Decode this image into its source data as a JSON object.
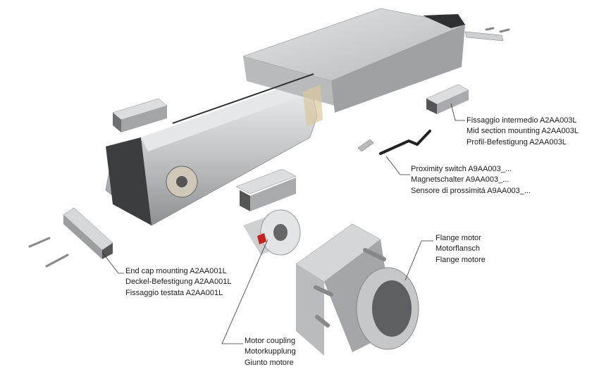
{
  "callouts": {
    "mid_section": [
      "Fissaggio intermedio A2AA003L",
      "Mid section mounting A2AA003L",
      "Profil-Befestigung A2AA003L"
    ],
    "proximity": [
      "Proximity switch A9AA003_...",
      "Magnetschalter A9AA003_...",
      "Sensore di prossimitá A9AA003_..."
    ],
    "end_cap": [
      "End cap mounting A2AA001L",
      "Deckel-Befestigung A2AA001L",
      "Fissaggio testata A2AA001L"
    ],
    "flange": [
      "Flange motor",
      "Motorflansch",
      "Flange motore"
    ],
    "coupling": [
      "Motor coupling",
      "Motorkupplung",
      "Giunto motore"
    ]
  },
  "colors": {
    "metal_light": "#d9dadb",
    "metal_mid": "#a9abad",
    "metal_dark": "#4a4b4d",
    "coupling_red": "#c8201a"
  }
}
